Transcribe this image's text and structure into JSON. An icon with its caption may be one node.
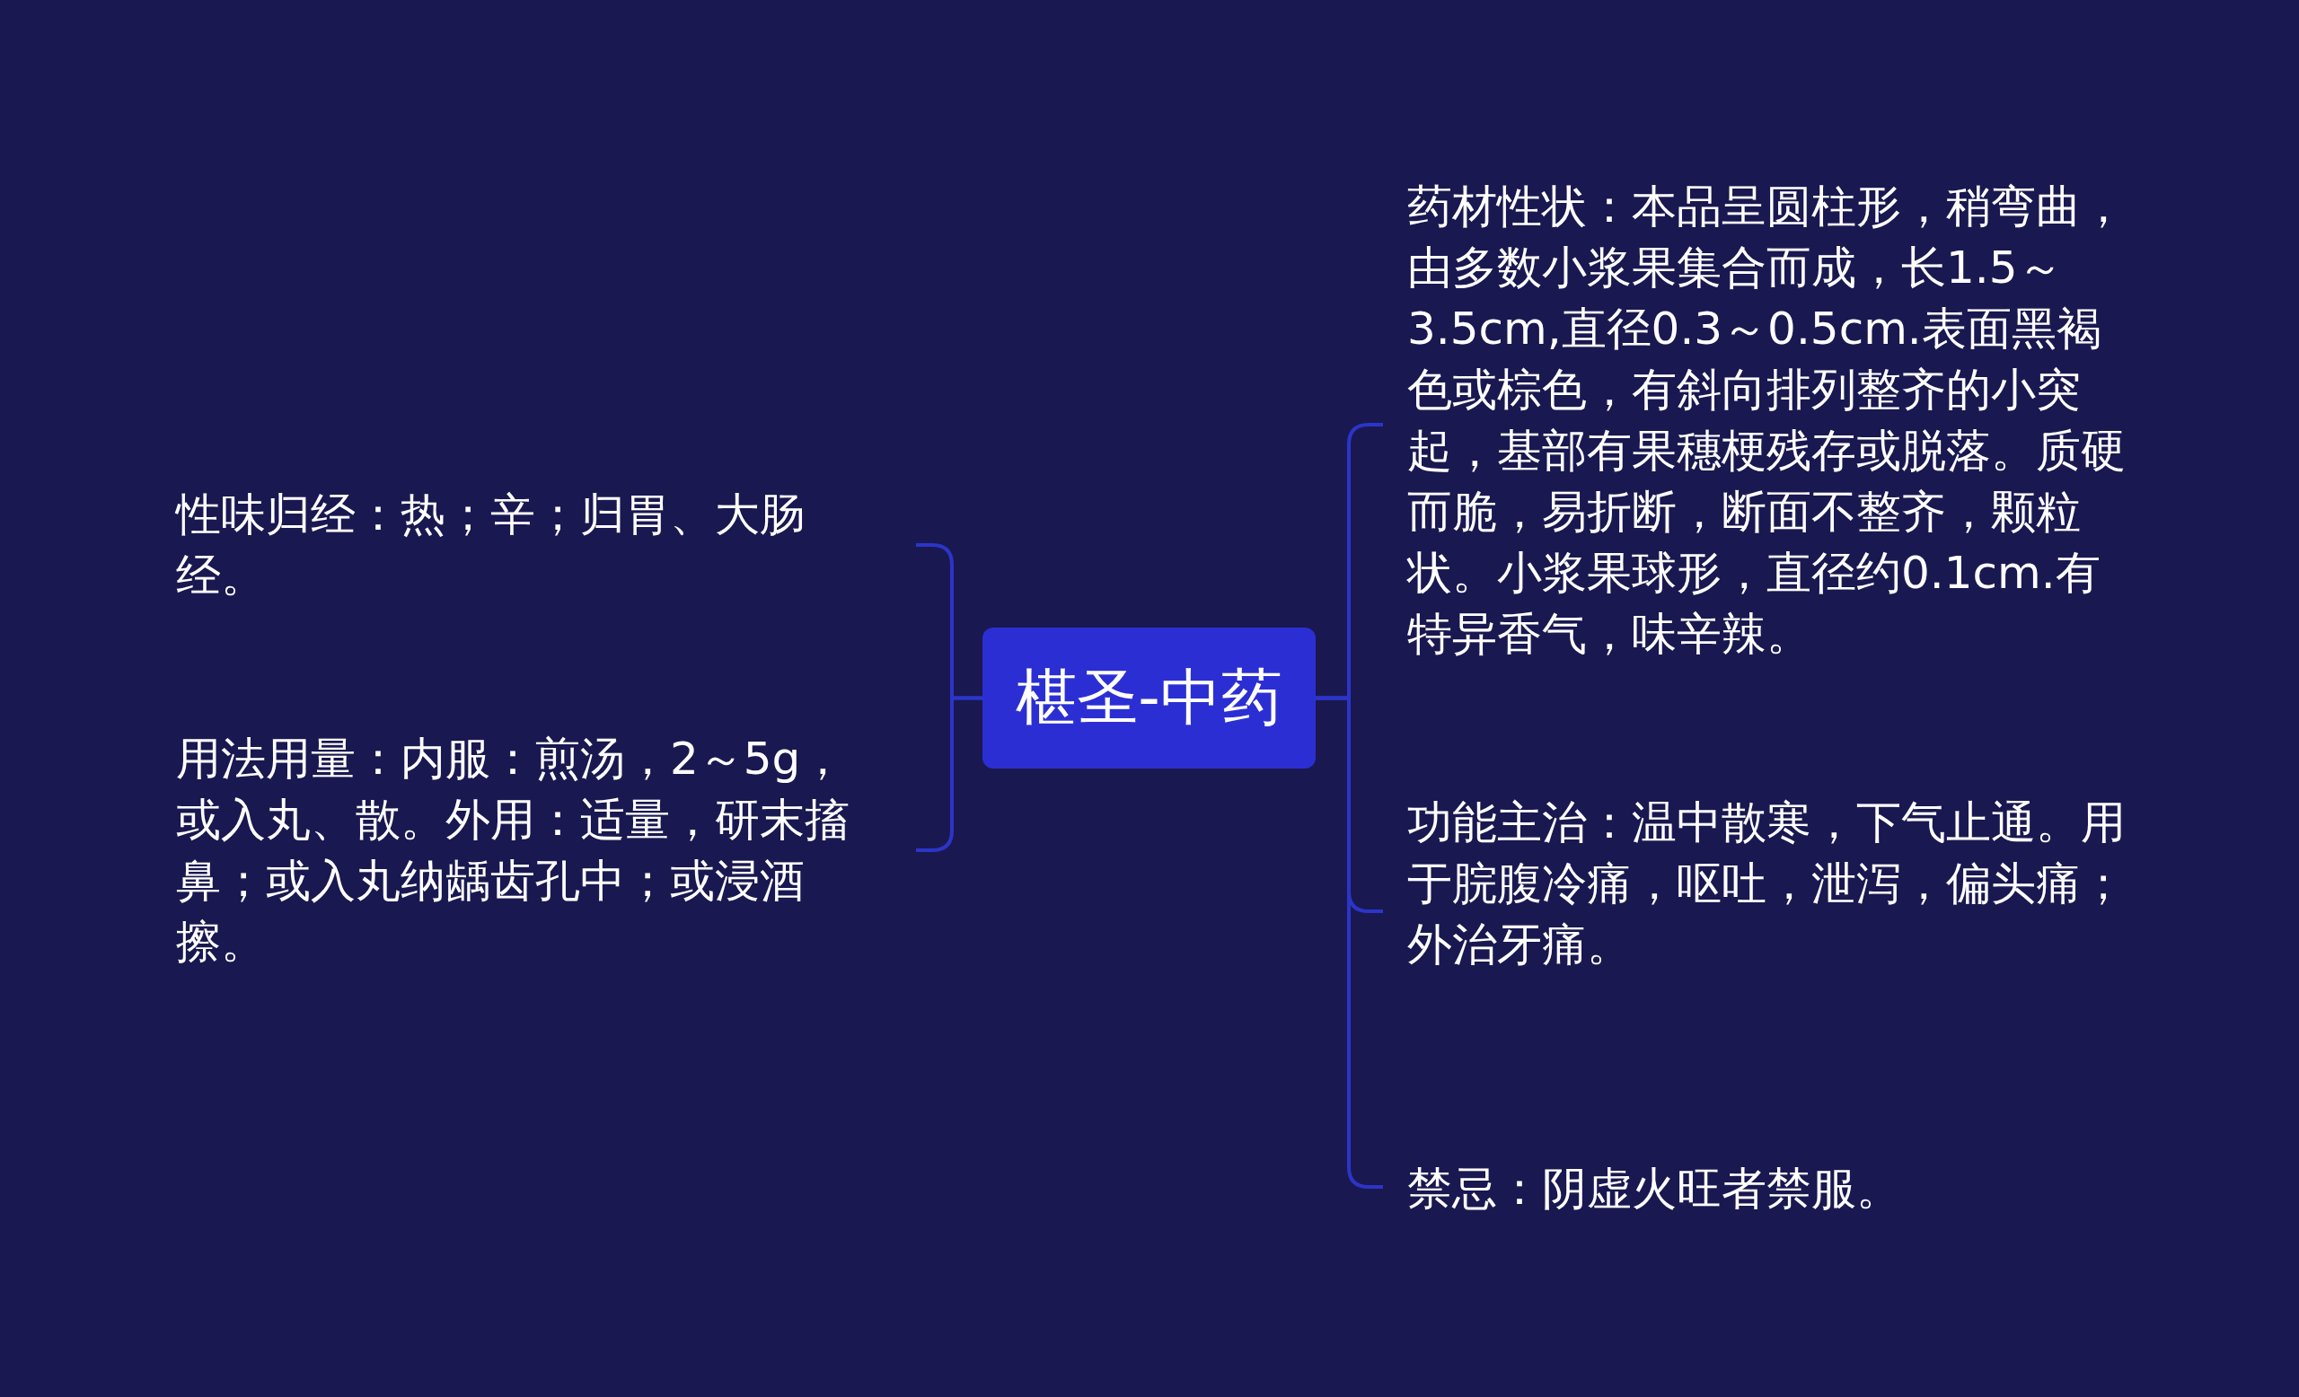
{
  "diagram": {
    "nodes": [
      {
        "text": [
          "椹圣-中药"
        ]
      },
      {
        "text": [
          "性味归经：热；辛；归胃、大肠经。"
        ]
      },
      {
        "text": [
          "用法用量：内服：煎汤，2～5g，或入丸、散。外用：适量，研末搐鼻；或入丸纳龋齿孔中；或浸酒擦。"
        ]
      },
      {
        "text": [
          "药材性状：本品呈圆柱形，稍弯曲，由多数小浆果集合而成，长1.5～3.5cm,直径0.3～0.5cm.表面黑褐色或棕色，有斜向排列整齐的小突起，基部有果穗梗残存或脱落。质硬而脆，易折断，断面不整齐，颗粒状。小浆果球形，直径约0.1cm.有特异香气，味辛辣。"
        ]
      },
      {
        "text": [
          "功能主治：温中散寒，下气止通。用于脘腹冷痛，呕吐，泄泻，偏头痛；外治牙痛。"
        ]
      },
      {
        "text": [
          "禁忌：阴虚火旺者禁服。"
        ]
      }
    ],
    "edges": [
      {
        "from": 0,
        "to": 1,
        "arrow": "none"
      },
      {
        "from": 0,
        "to": 2,
        "arrow": "none"
      },
      {
        "from": 0,
        "to": 3,
        "arrow": "none"
      },
      {
        "from": 0,
        "to": 4,
        "arrow": "none"
      },
      {
        "from": 0,
        "to": 5,
        "arrow": "none"
      }
    ]
  }
}
